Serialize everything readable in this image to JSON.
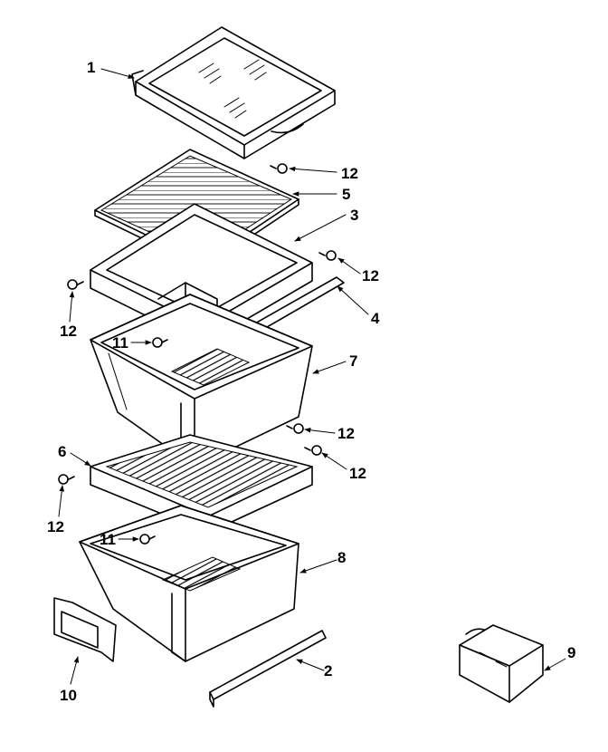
{
  "diagram": {
    "callouts": {
      "c1": "1",
      "c2": "2",
      "c3": "3",
      "c4": "4",
      "c5": "5",
      "c6": "6",
      "c7": "7",
      "c8": "8",
      "c9": "9",
      "c10": "10",
      "c11a": "11",
      "c11b": "11",
      "c12a": "12",
      "c12b": "12",
      "c12c": "12",
      "c12d": "12",
      "c12e": "12",
      "c12f": "12"
    }
  }
}
